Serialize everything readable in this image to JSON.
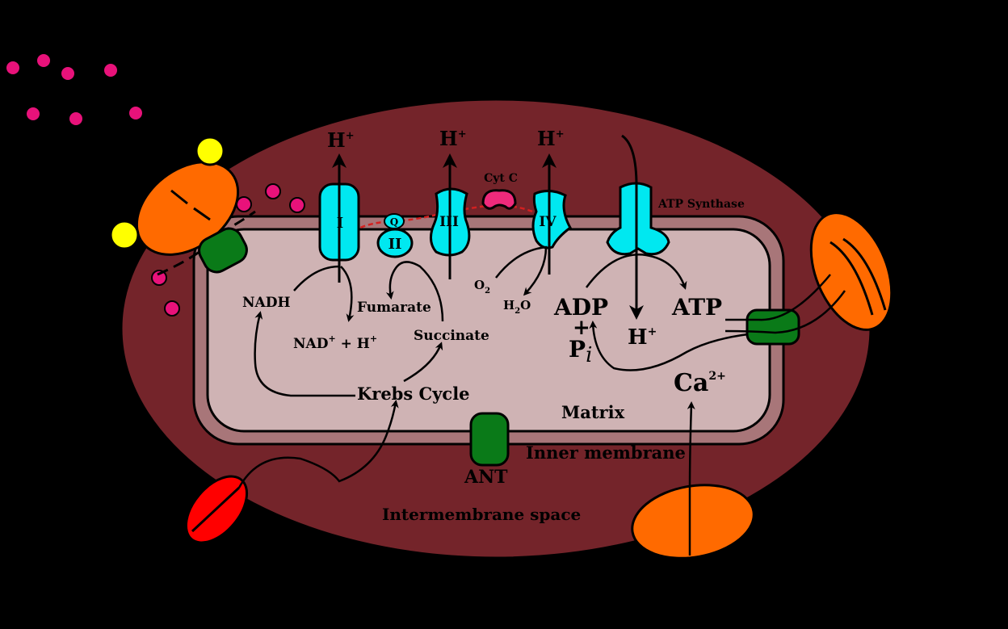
{
  "colors": {
    "background": "#000000",
    "outer_membrane": "#74242a",
    "inner_membrane": "#a87679",
    "matrix": "#cfb3b4",
    "complex": "#00e8f0",
    "cytc": "#ee2a7b",
    "transporter_green": "#0a7a18",
    "transporter_orange": "#ff6a00",
    "transporter_red": "#ff0000",
    "ligand_yellow": "#ffff00",
    "dots": "#e8127a",
    "electron_path": "#d42020"
  },
  "labels": {
    "h_plus_1": "H",
    "h_plus_1_sup": "+",
    "h_plus_2": "H",
    "h_plus_2_sup": "+",
    "h_plus_3": "H",
    "h_plus_3_sup": "+",
    "complex_1": "I",
    "complex_q": "Q",
    "complex_2": "II",
    "complex_3": "III",
    "cyt_c": "Cyt C",
    "complex_4": "IV",
    "atp_synthase": "ATP Synthase",
    "nadh": "NADH",
    "nad_plus": "NAD",
    "nad_sup": "+",
    "nad_tail": " + H",
    "nad_h_sup": "+",
    "fumarate": "Fumarate",
    "succinate": "Succinate",
    "o2": "O",
    "o2_sub": "2",
    "h2o_h": "H",
    "h2o_sub": "2",
    "h2o_o": "O",
    "adp": "ADP",
    "plus": "+",
    "pi": "P",
    "pi_sub": "i",
    "atp": "ATP",
    "h_plus_matrix": "H",
    "h_plus_matrix_sup": "+",
    "ca": "Ca",
    "ca_sup": "2+",
    "krebs": "Krebs Cycle",
    "matrix": "Matrix",
    "inner_membrane": "Inner membrane",
    "ant": "ANT",
    "intermembrane": "Intermembrane space"
  }
}
